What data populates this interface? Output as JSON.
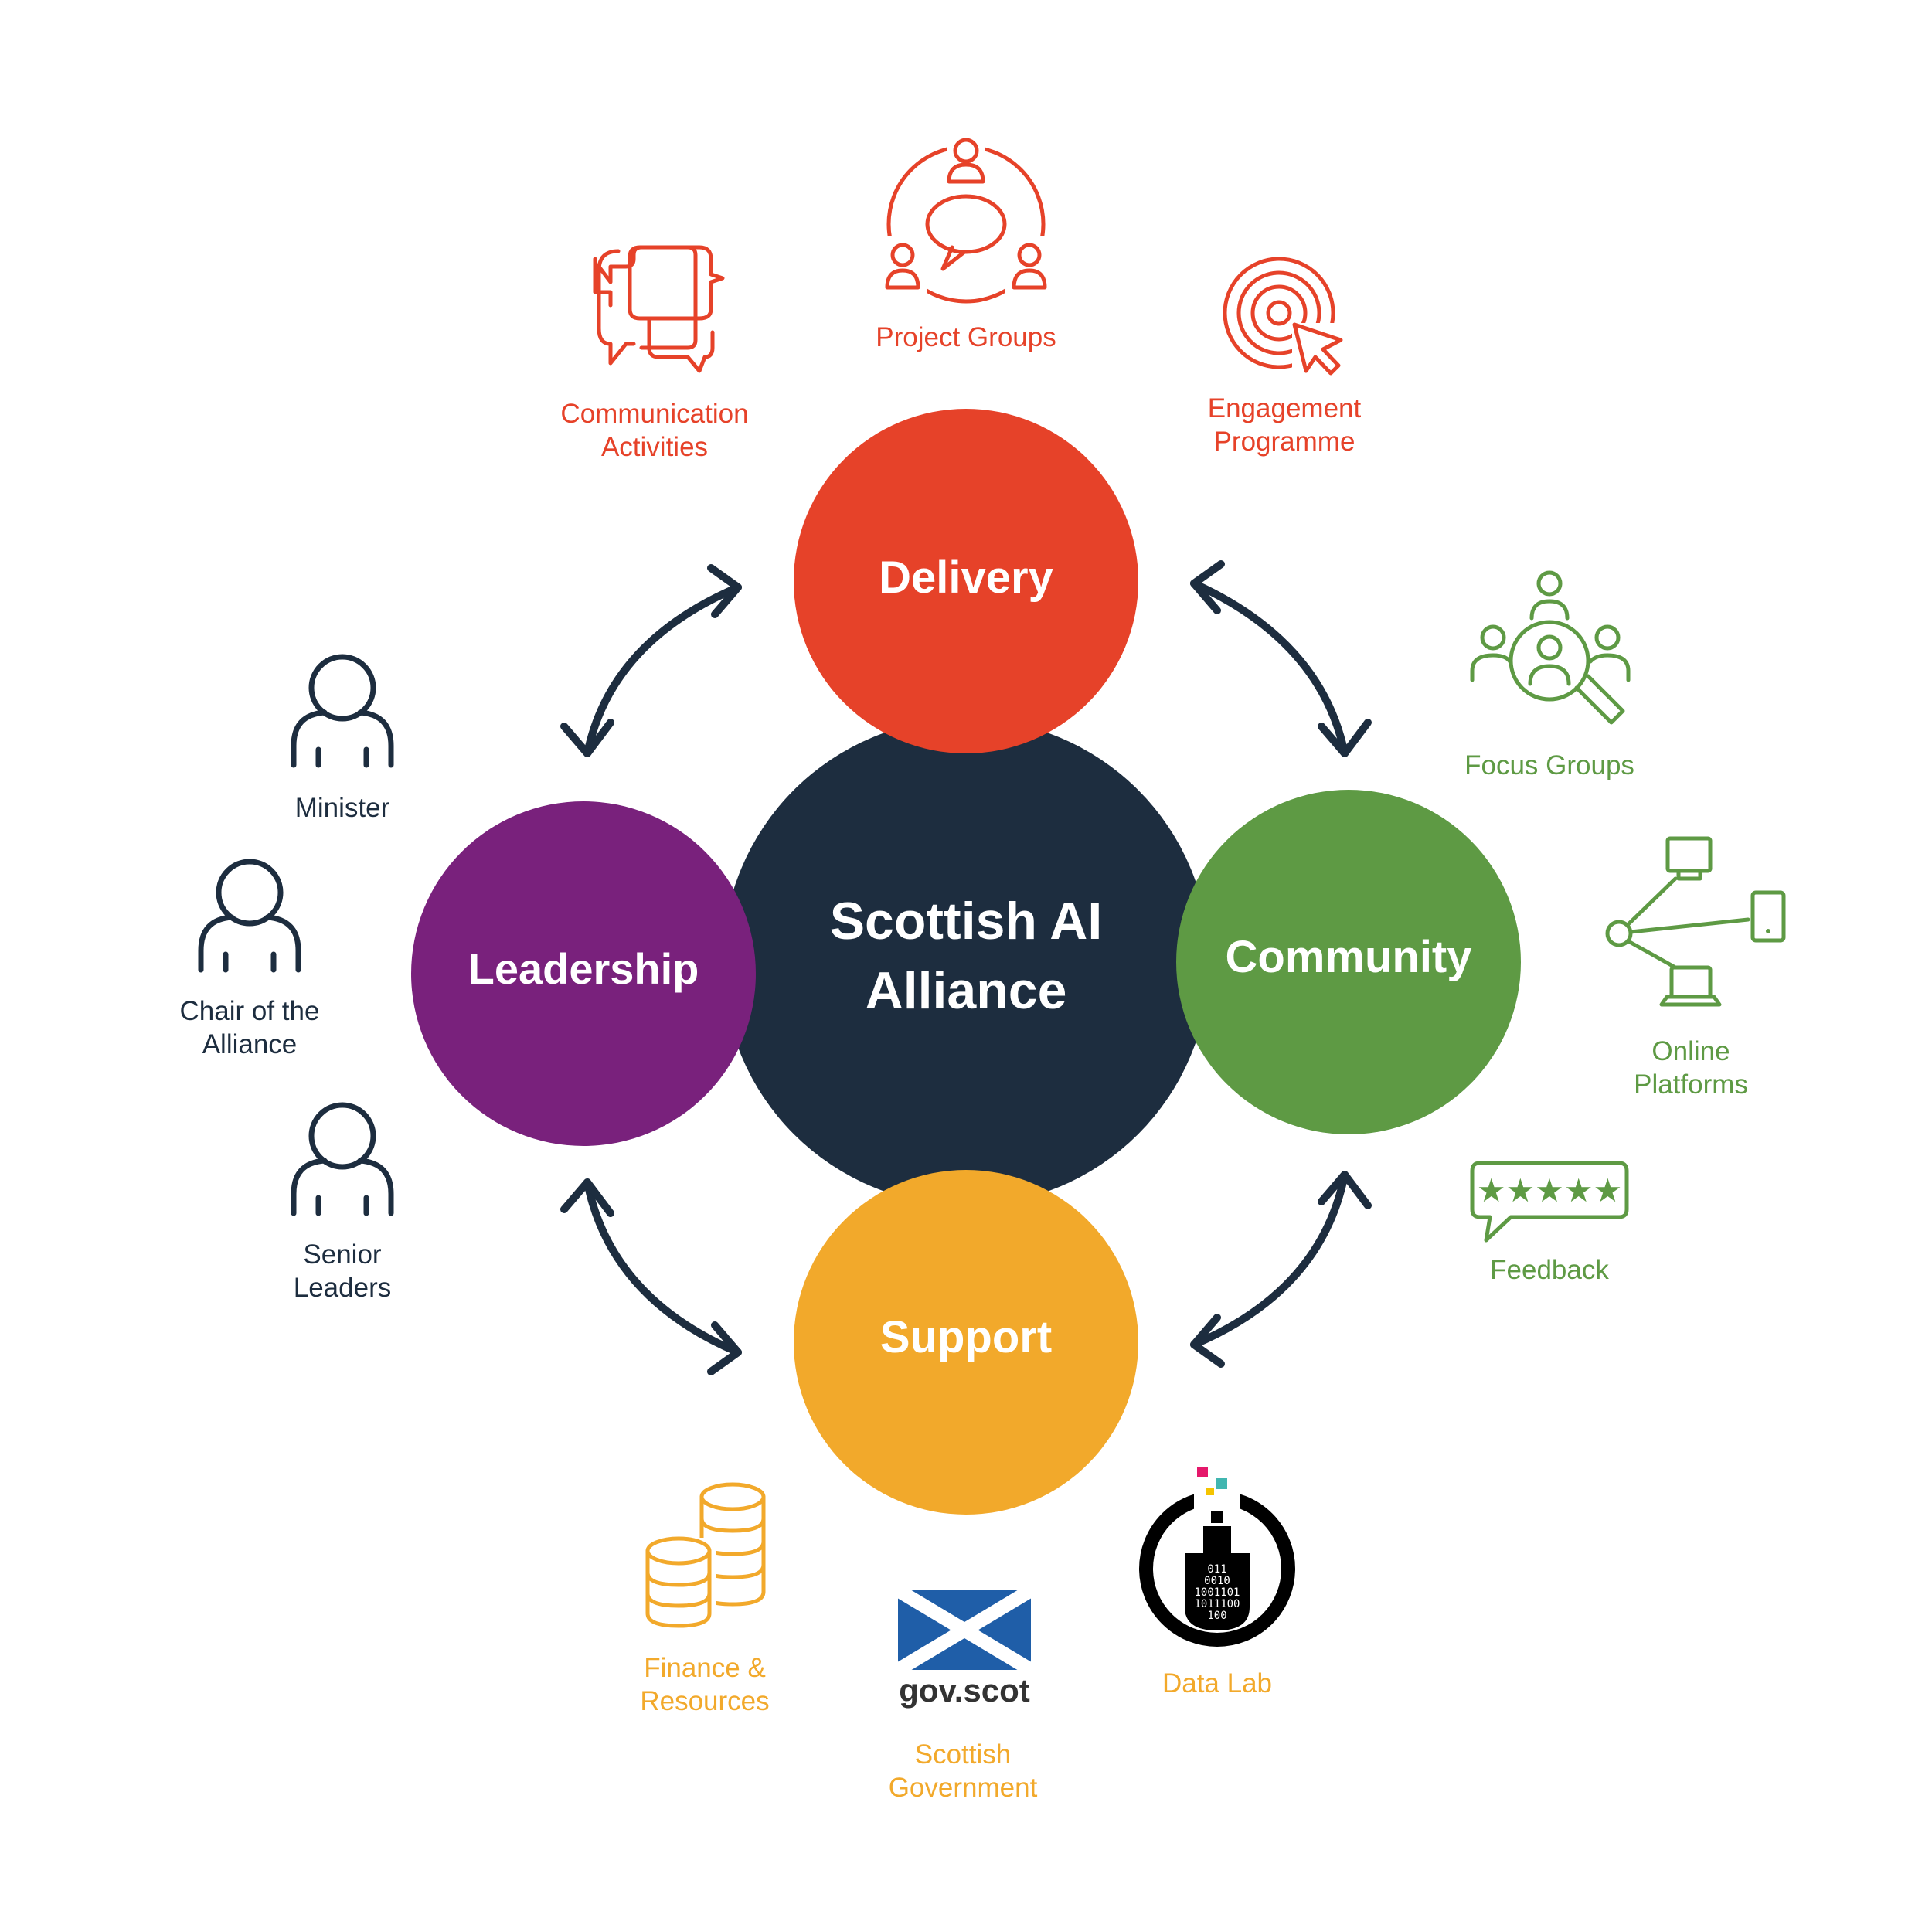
{
  "center": {
    "line1": "Scottish AI",
    "line2": "Alliance"
  },
  "pillars": {
    "delivery": "Delivery",
    "leadership": "Leadership",
    "community": "Community",
    "support": "Support"
  },
  "delivery_items": {
    "project_groups": "Project Groups",
    "communication_1": "Communication",
    "communication_2": "Activities",
    "engagement_1": "Engagement",
    "engagement_2": "Programme"
  },
  "leadership_items": {
    "minister": "Minister",
    "chair_1": "Chair of the",
    "chair_2": "Alliance",
    "senior_1": "Senior",
    "senior_2": "Leaders"
  },
  "community_items": {
    "focus_groups": "Focus Groups",
    "online_1": "Online",
    "online_2": "Platforms",
    "feedback": "Feedback"
  },
  "support_items": {
    "finance_1": "Finance &",
    "finance_2": "Resources",
    "govscot_logo": "gov.scot",
    "scotgov_1": "Scottish",
    "scotgov_2": "Government",
    "datalab": "Data Lab",
    "datalab_logo_text": [
      "011",
      "0010",
      "1001101",
      "1011100",
      "100"
    ]
  },
  "colors": {
    "center": "#1d2d3f",
    "delivery": "#e64229",
    "leadership": "#79217c",
    "community": "#5e9a44",
    "support": "#f2a92b"
  }
}
